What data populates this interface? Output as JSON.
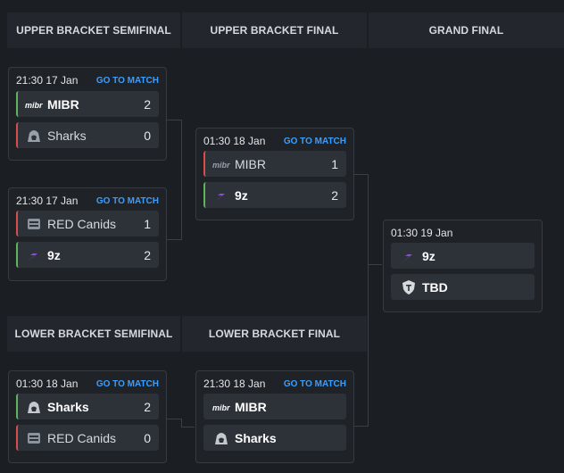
{
  "headers": {
    "ub_semi": "UPPER BRACKET SEMIFINAL",
    "ub_final": "UPPER BRACKET FINAL",
    "grand_final": "GRAND FINAL",
    "lb_semi": "LOWER BRACKET SEMIFINAL",
    "lb_final": "LOWER BRACKET FINAL"
  },
  "goto_label": "GO TO MATCH",
  "matches": {
    "ubs1": {
      "time": "21:30  17 Jan",
      "team1": {
        "name": "MIBR",
        "score": "2"
      },
      "team2": {
        "name": "Sharks",
        "score": "0"
      }
    },
    "ubs2": {
      "time": "21:30  17 Jan",
      "team1": {
        "name": "RED Canids",
        "score": "1"
      },
      "team2": {
        "name": "9z",
        "score": "2"
      }
    },
    "ubf": {
      "time": "01:30  18 Jan",
      "team1": {
        "name": "MIBR",
        "score": "1"
      },
      "team2": {
        "name": "9z",
        "score": "2"
      }
    },
    "gf": {
      "time": "01:30  19 Jan",
      "team1": {
        "name": "9z",
        "score": ""
      },
      "team2": {
        "name": "TBD",
        "score": ""
      }
    },
    "lbs": {
      "time": "01:30  18 Jan",
      "team1": {
        "name": "Sharks",
        "score": "2"
      },
      "team2": {
        "name": "RED Canids",
        "score": "0"
      }
    },
    "lbf": {
      "time": "21:30  18 Jan",
      "team1": {
        "name": "MIBR",
        "score": ""
      },
      "team2": {
        "name": "Sharks",
        "score": ""
      }
    }
  },
  "logo_text": {
    "mibr": "mibr"
  },
  "colors": {
    "accent": "#3b9eff",
    "win": "#5fb35a",
    "lose": "#d94d4d",
    "nine_z": "#8a4fd1"
  }
}
